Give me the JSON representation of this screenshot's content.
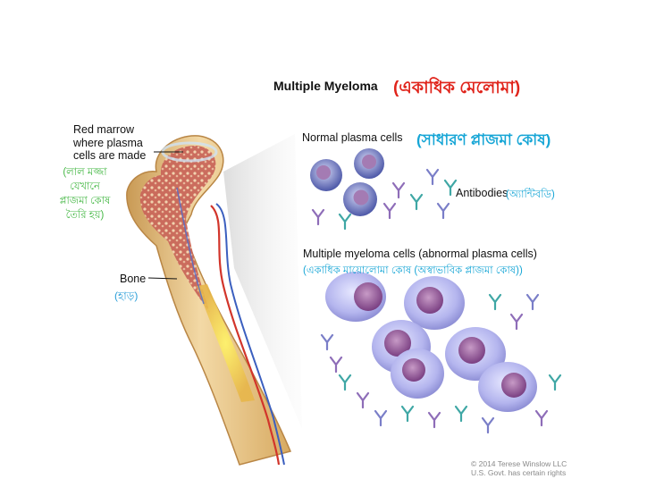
{
  "title": {
    "english": "Multiple Myeloma",
    "bengali": "(একাধিক মেলোমা)"
  },
  "labels": {
    "red_marrow_english": [
      "Red marrow",
      "where plasma",
      "cells are made"
    ],
    "red_marrow_bengali": [
      "(লাল মজ্জা",
      "যেখানে",
      "প্লাজমা কোষ",
      "তৈরি হয়)"
    ],
    "bone_english": "Bone",
    "bone_bengali": "(হাড়)",
    "normal_cells_english": "Normal plasma cells",
    "normal_cells_bengali": "(সাধারণ প্লাজমা কোষ)",
    "antibodies_english": "Antibodies",
    "antibodies_bengali": "(অ্যান্টিবডি)",
    "myeloma_cells_english": "Multiple myeloma cells (abnormal plasma cells)",
    "myeloma_cells_bengali": "(একাধিক মায়োলোমা কোষ (অস্বাভাবিক প্লাজমা কোষ))"
  },
  "copyright": [
    "© 2014 Terese Winslow LLC",
    "U.S. Govt. has certain rights"
  ],
  "colors": {
    "title_bengali": "#e0241b",
    "label_green": "#46b846",
    "label_blue": "#17a6d6",
    "bone": "#e9c48a",
    "marrow": "#b5524a",
    "cell": "#b7b8ee",
    "nucleus": "#8d4e93"
  }
}
